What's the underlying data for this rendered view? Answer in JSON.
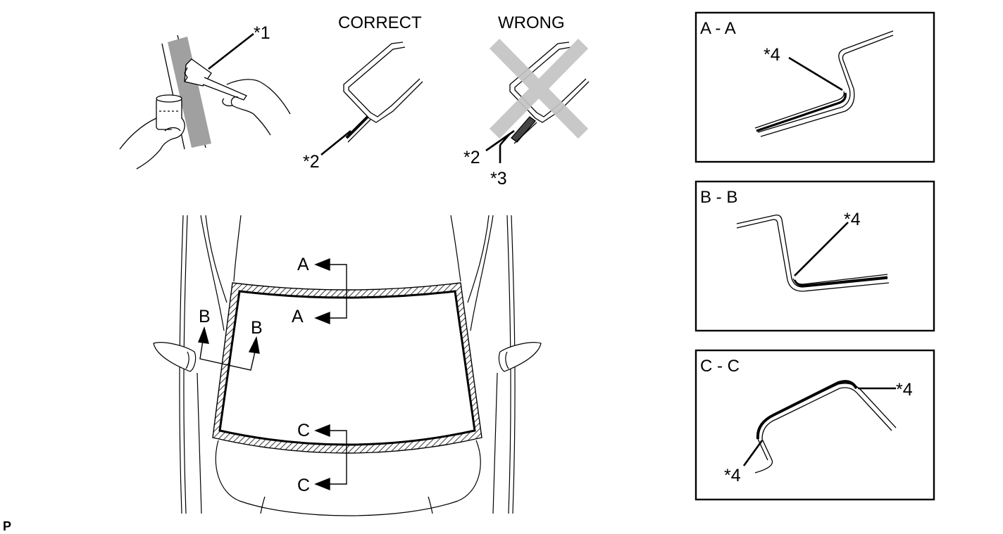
{
  "headers": {
    "correct": "CORRECT",
    "wrong": "WRONG"
  },
  "callouts": {
    "c1": "*1",
    "c2_correct": "*2",
    "c2_wrong": "*2",
    "c3": "*3",
    "c4_aa": "*4",
    "c4_bb": "*4",
    "c4_cc_upper": "*4",
    "c4_cc_lower": "*4"
  },
  "sections": {
    "aa_title": "A - A",
    "bb_title": "B - B",
    "cc_title": "C - C"
  },
  "section_marks": {
    "a_top": "A",
    "a_bottom": "A",
    "b_left": "B",
    "b_right": "B",
    "c_top": "C",
    "c_bottom": "C"
  },
  "figure_code": "P",
  "colors": {
    "line": "#000000",
    "primer_band": "#a0a0a0",
    "cross": "#c4c4c4"
  }
}
